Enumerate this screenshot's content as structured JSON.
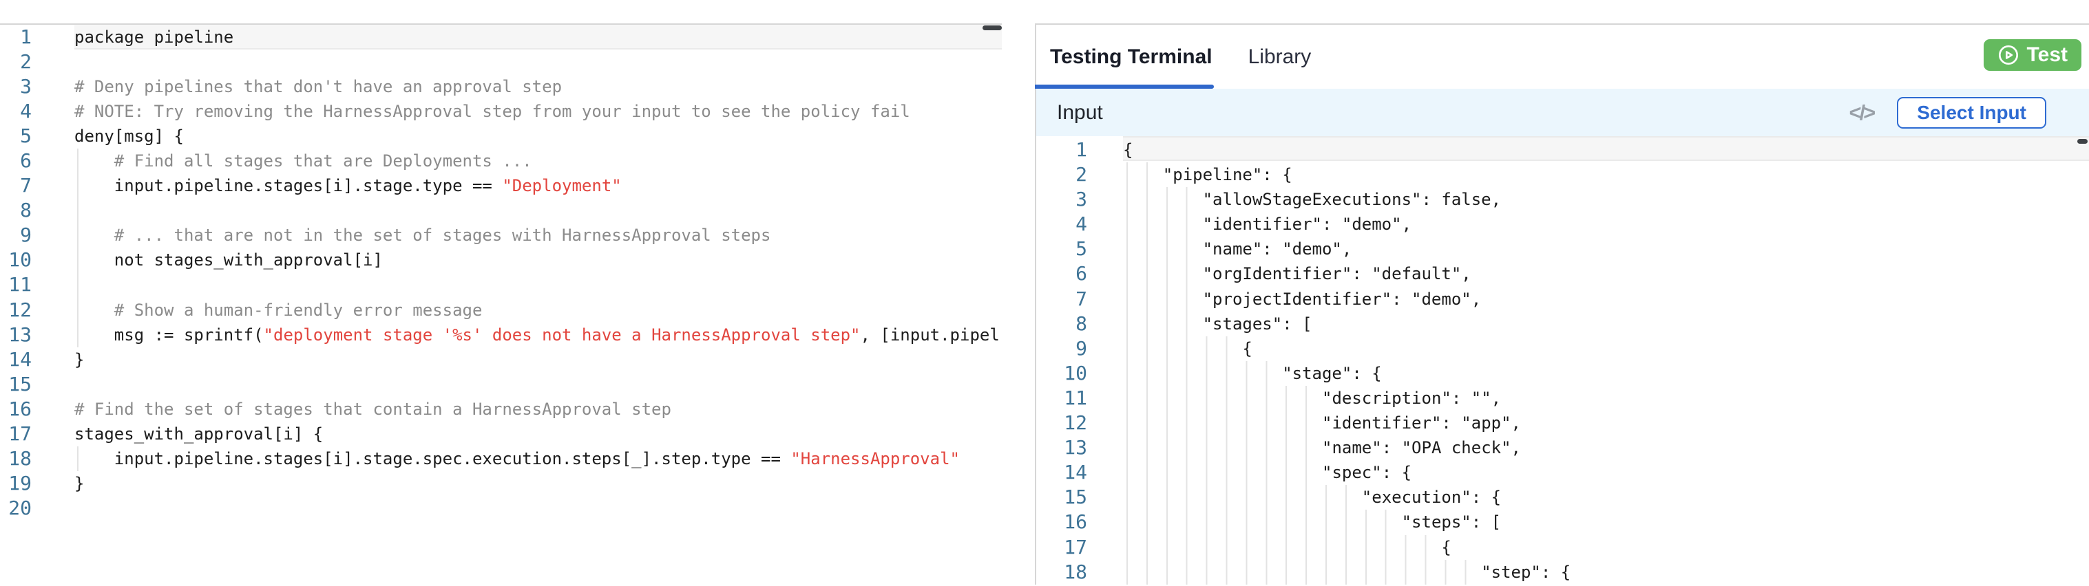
{
  "left_editor": {
    "language": "rego",
    "active_line": 1,
    "lines": [
      {
        "n": 1,
        "indent": 0,
        "segs": [
          [
            "plain",
            "package pipeline"
          ]
        ]
      },
      {
        "n": 2,
        "indent": 0,
        "segs": []
      },
      {
        "n": 3,
        "indent": 0,
        "segs": [
          [
            "comment",
            "# Deny pipelines that don't have an approval step"
          ]
        ]
      },
      {
        "n": 4,
        "indent": 0,
        "segs": [
          [
            "comment",
            "# NOTE: Try removing the HarnessApproval step from your input to see the policy fail"
          ]
        ]
      },
      {
        "n": 5,
        "indent": 0,
        "segs": [
          [
            "plain",
            "deny[msg] {"
          ]
        ]
      },
      {
        "n": 6,
        "indent": 4,
        "segs": [
          [
            "comment",
            "# Find all stages that are Deployments ..."
          ]
        ]
      },
      {
        "n": 7,
        "indent": 4,
        "segs": [
          [
            "plain",
            "input.pipeline.stages[i].stage.type == "
          ],
          [
            "string",
            "\"Deployment\""
          ]
        ]
      },
      {
        "n": 8,
        "indent": 4,
        "segs": []
      },
      {
        "n": 9,
        "indent": 4,
        "segs": [
          [
            "comment",
            "# ... that are not in the set of stages with HarnessApproval steps"
          ]
        ]
      },
      {
        "n": 10,
        "indent": 4,
        "segs": [
          [
            "plain",
            "not stages_with_approval[i]"
          ]
        ]
      },
      {
        "n": 11,
        "indent": 4,
        "segs": []
      },
      {
        "n": 12,
        "indent": 4,
        "segs": [
          [
            "comment",
            "# Show a human-friendly error message"
          ]
        ]
      },
      {
        "n": 13,
        "indent": 4,
        "segs": [
          [
            "plain",
            "msg := sprintf("
          ],
          [
            "string",
            "\"deployment stage '%s' does not have a HarnessApproval step\""
          ],
          [
            "plain",
            ", [input.pipel"
          ]
        ]
      },
      {
        "n": 14,
        "indent": 0,
        "segs": [
          [
            "plain",
            "}"
          ]
        ]
      },
      {
        "n": 15,
        "indent": 0,
        "segs": []
      },
      {
        "n": 16,
        "indent": 0,
        "segs": [
          [
            "comment",
            "# Find the set of stages that contain a HarnessApproval step"
          ]
        ]
      },
      {
        "n": 17,
        "indent": 0,
        "segs": [
          [
            "plain",
            "stages_with_approval[i] {"
          ]
        ]
      },
      {
        "n": 18,
        "indent": 4,
        "segs": [
          [
            "plain",
            "input.pipeline.stages[i].stage.spec.execution.steps[_].step.type == "
          ],
          [
            "string",
            "\"HarnessApproval\""
          ]
        ]
      },
      {
        "n": 19,
        "indent": 0,
        "segs": [
          [
            "plain",
            "}"
          ]
        ]
      },
      {
        "n": 20,
        "indent": 0,
        "segs": []
      }
    ]
  },
  "right_panel": {
    "tabs": [
      "Testing Terminal",
      "Library"
    ],
    "active_tab": "Testing Terminal",
    "test_button_label": "Test",
    "test_button_icon": "play-circle",
    "input_label": "Input",
    "code_icon_glyph": "</>",
    "select_input_label": "Select Input",
    "json_editor": {
      "active_line": 1,
      "lines": [
        {
          "n": 1,
          "indent": 0,
          "segs": [
            [
              "plain",
              "{"
            ]
          ]
        },
        {
          "n": 2,
          "indent": 4,
          "segs": [
            [
              "plain",
              "\"pipeline\": {"
            ]
          ]
        },
        {
          "n": 3,
          "indent": 8,
          "segs": [
            [
              "plain",
              "\"allowStageExecutions\": false,"
            ]
          ]
        },
        {
          "n": 4,
          "indent": 8,
          "segs": [
            [
              "plain",
              "\"identifier\": \"demo\","
            ]
          ]
        },
        {
          "n": 5,
          "indent": 8,
          "segs": [
            [
              "plain",
              "\"name\": \"demo\","
            ]
          ]
        },
        {
          "n": 6,
          "indent": 8,
          "segs": [
            [
              "plain",
              "\"orgIdentifier\": \"default\","
            ]
          ]
        },
        {
          "n": 7,
          "indent": 8,
          "segs": [
            [
              "plain",
              "\"projectIdentifier\": \"demo\","
            ]
          ]
        },
        {
          "n": 8,
          "indent": 8,
          "segs": [
            [
              "plain",
              "\"stages\": ["
            ]
          ]
        },
        {
          "n": 9,
          "indent": 12,
          "segs": [
            [
              "plain",
              "{"
            ]
          ]
        },
        {
          "n": 10,
          "indent": 16,
          "segs": [
            [
              "plain",
              "\"stage\": {"
            ]
          ]
        },
        {
          "n": 11,
          "indent": 20,
          "segs": [
            [
              "plain",
              "\"description\": \"\","
            ]
          ]
        },
        {
          "n": 12,
          "indent": 20,
          "segs": [
            [
              "plain",
              "\"identifier\": \"app\","
            ]
          ]
        },
        {
          "n": 13,
          "indent": 20,
          "segs": [
            [
              "plain",
              "\"name\": \"OPA check\","
            ]
          ]
        },
        {
          "n": 14,
          "indent": 20,
          "segs": [
            [
              "plain",
              "\"spec\": {"
            ]
          ]
        },
        {
          "n": 15,
          "indent": 24,
          "segs": [
            [
              "plain",
              "\"execution\": {"
            ]
          ]
        },
        {
          "n": 16,
          "indent": 28,
          "segs": [
            [
              "plain",
              "\"steps\": ["
            ]
          ]
        },
        {
          "n": 17,
          "indent": 32,
          "segs": [
            [
              "plain",
              "{"
            ]
          ]
        },
        {
          "n": 18,
          "indent": 36,
          "segs": [
            [
              "plain",
              "\"step\": {"
            ]
          ]
        }
      ]
    }
  },
  "colors": {
    "border": "#d6d6d6",
    "band_bg": "#f6f6f6",
    "band_border": "#eaeaea",
    "line_number": "#3e7396",
    "code_text": "#1c1c1c",
    "comment": "#8b8b8b",
    "string_red": "#e2453e",
    "guide": "#e3e3e3",
    "thumb": "#3f4246",
    "accent_blue": "#2f67cb",
    "primary_blue": "#2e6bd2",
    "green": "#64ba5e",
    "header_bg": "#ebf6fd",
    "tab_active": "#181c27",
    "tab_inactive": "#2b2f3e",
    "input_label_color": "#1f232a",
    "icon_gray": "#99a0a8"
  }
}
